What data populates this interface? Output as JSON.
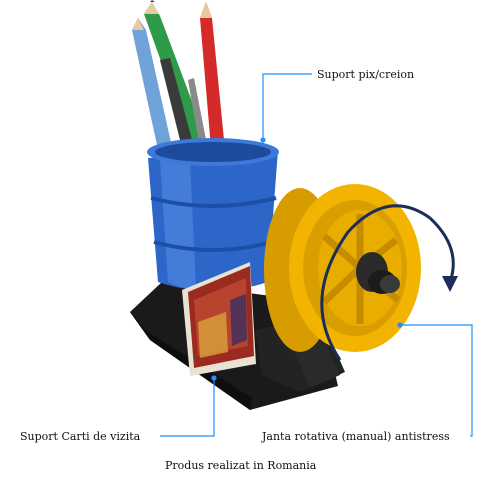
{
  "labels": {
    "pen_holder": "Suport pix/creion",
    "card_holder": "Suport Carti de vizita",
    "wheel": "Janta rotativa (manual)  antistress",
    "made_in": "Produs realizat in Romania"
  },
  "colors": {
    "barrel": "#2f6fd6",
    "wheel": "#f2b400",
    "base": "#1c1c1c",
    "callout_line": "#1e90ff",
    "arrow": "#1b2e5a",
    "pencil_red": "#d42a2a",
    "pencil_green": "#2f9a4a",
    "pencil_blue": "#6fa2d8"
  },
  "icons": {
    "rotation": "rotation-arrow-icon"
  }
}
